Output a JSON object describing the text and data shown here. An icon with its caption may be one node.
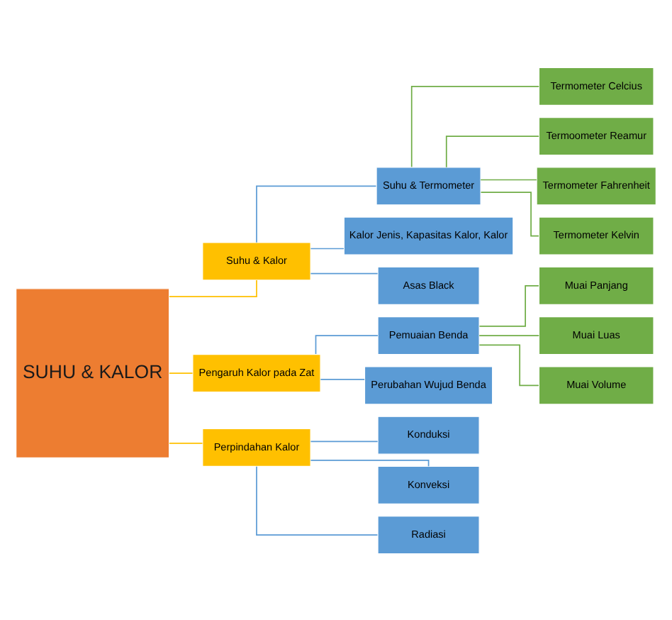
{
  "diagram": {
    "nodes": [
      {
        "text": [
          "SUHU & KALOR"
        ]
      },
      {
        "text": [
          "Suhu & Kalor"
        ]
      },
      {
        "text": [
          "Suhu & Termometer"
        ]
      },
      {
        "text": [
          "Termometer Celcius"
        ]
      },
      {
        "text": [
          "Termoometer Reamur"
        ]
      },
      {
        "text": [
          "Termometer Fahrenheit"
        ]
      },
      {
        "text": [
          "Termometer Kelvin"
        ]
      },
      {
        "text": [
          "Kalor Jenis, Kapasitas Kalor, Kalor"
        ]
      },
      {
        "text": [
          "Asas Black"
        ]
      },
      {
        "text": [
          "Pengaruh Kalor pada Zat"
        ]
      },
      {
        "text": [
          "Pemuaian Benda"
        ]
      },
      {
        "text": [
          "Muai Panjang"
        ]
      },
      {
        "text": [
          "Muai Luas"
        ]
      },
      {
        "text": [
          "Muai Volume"
        ]
      },
      {
        "text": [
          "Perubahan Wujud Benda"
        ]
      },
      {
        "text": [
          "Perpindahan Kalor"
        ]
      },
      {
        "text": [
          "Konduksi"
        ]
      },
      {
        "text": [
          "Konveksi"
        ]
      },
      {
        "text": [
          "Radiasi"
        ]
      }
    ],
    "edges": [
      {
        "from": 0,
        "to": 1,
        "arrow": "none",
        "color": "#ffc000"
      },
      {
        "from": 0,
        "to": 9,
        "arrow": "none",
        "color": "#ffc000"
      },
      {
        "from": 0,
        "to": 15,
        "arrow": "none",
        "color": "#ffc000"
      },
      {
        "from": 1,
        "to": 2,
        "arrow": "none"
      },
      {
        "from": 1,
        "to": 7,
        "arrow": "none"
      },
      {
        "from": 1,
        "to": 8,
        "arrow": "none"
      },
      {
        "from": 2,
        "to": 3,
        "arrow": "none",
        "color": "#70ad47"
      },
      {
        "from": 2,
        "to": 4,
        "arrow": "none",
        "color": "#70ad47"
      },
      {
        "from": 2,
        "to": 5,
        "arrow": "none",
        "color": "#70ad47"
      },
      {
        "from": 2,
        "to": 6,
        "arrow": "none",
        "color": "#70ad47"
      },
      {
        "from": 9,
        "to": 10,
        "arrow": "none"
      },
      {
        "from": 9,
        "to": 14,
        "arrow": "none"
      },
      {
        "from": 10,
        "to": 11,
        "arrow": "none",
        "color": "#70ad47"
      },
      {
        "from": 10,
        "to": 12,
        "arrow": "none",
        "color": "#70ad47"
      },
      {
        "from": 10,
        "to": 13,
        "arrow": "none",
        "color": "#70ad47"
      },
      {
        "from": 15,
        "to": 16,
        "arrow": "none"
      },
      {
        "from": 15,
        "to": 17,
        "arrow": "none"
      },
      {
        "from": 15,
        "to": 18,
        "arrow": "none"
      }
    ]
  }
}
